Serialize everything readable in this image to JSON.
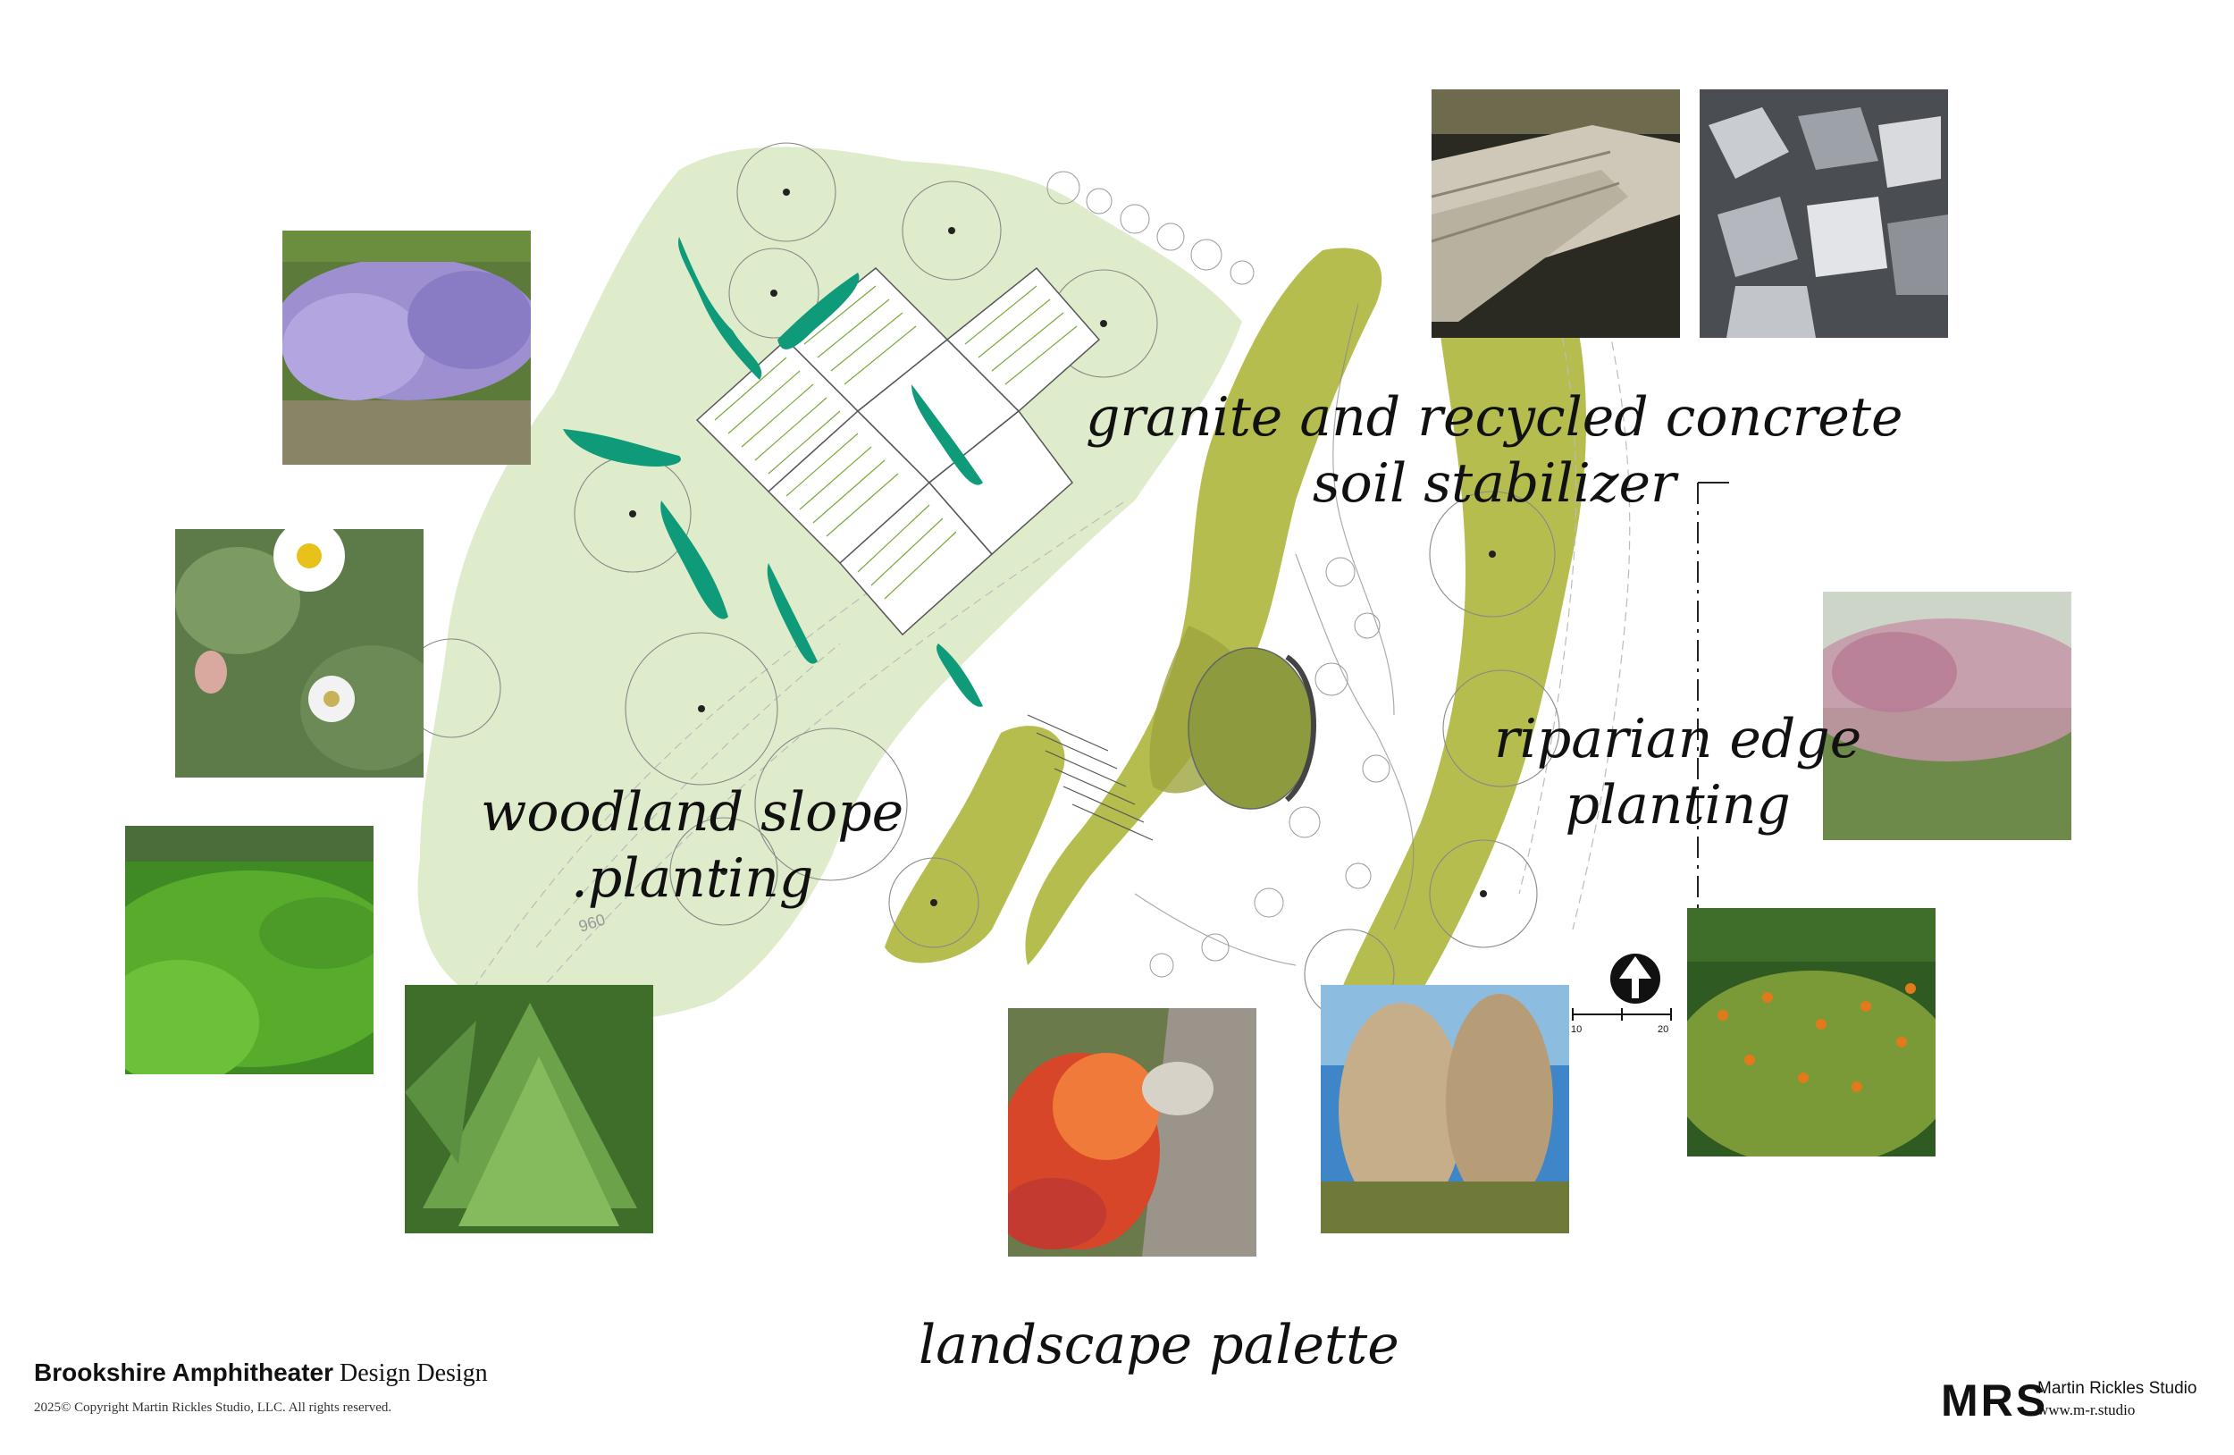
{
  "project": {
    "name": "Brookshire Amphitheater",
    "phase": "Design Design",
    "copyright": "2025© Copyright Martin Rickles Studio, LLC. All rights reserved."
  },
  "studio": {
    "logo": "MRS",
    "name": "Martin Rickles Studio",
    "url": "www.m-r.studio"
  },
  "sheet_caption": "landscape palette",
  "zones": [
    {
      "line1": "granite and recycled concrete",
      "line2": "soil stabilizer"
    },
    {
      "line1": "riparian edge",
      "line2": "planting"
    },
    {
      "line1": "woodland slope",
      "line2": ".planting"
    }
  ],
  "plan": {
    "contour_label": "960",
    "scale_left": "10",
    "scale_right": "20",
    "north_arrow_icon": "north-arrow-icon"
  },
  "colors": {
    "woodland_fill": "#dfeccb",
    "riparian_fill": "#b5bd4e",
    "accent_teal": "#0f9a7a"
  },
  "photos": [
    "creeping-phlox-photo",
    "fleabane-flower-photo",
    "sedge-grass-photo",
    "fern-photo",
    "red-shrub-photo",
    "pampas-grass-photo",
    "granite-slabs-photo",
    "crushed-rock-photo",
    "switchgrass-photo",
    "orange-flowering-shrub-photo"
  ]
}
